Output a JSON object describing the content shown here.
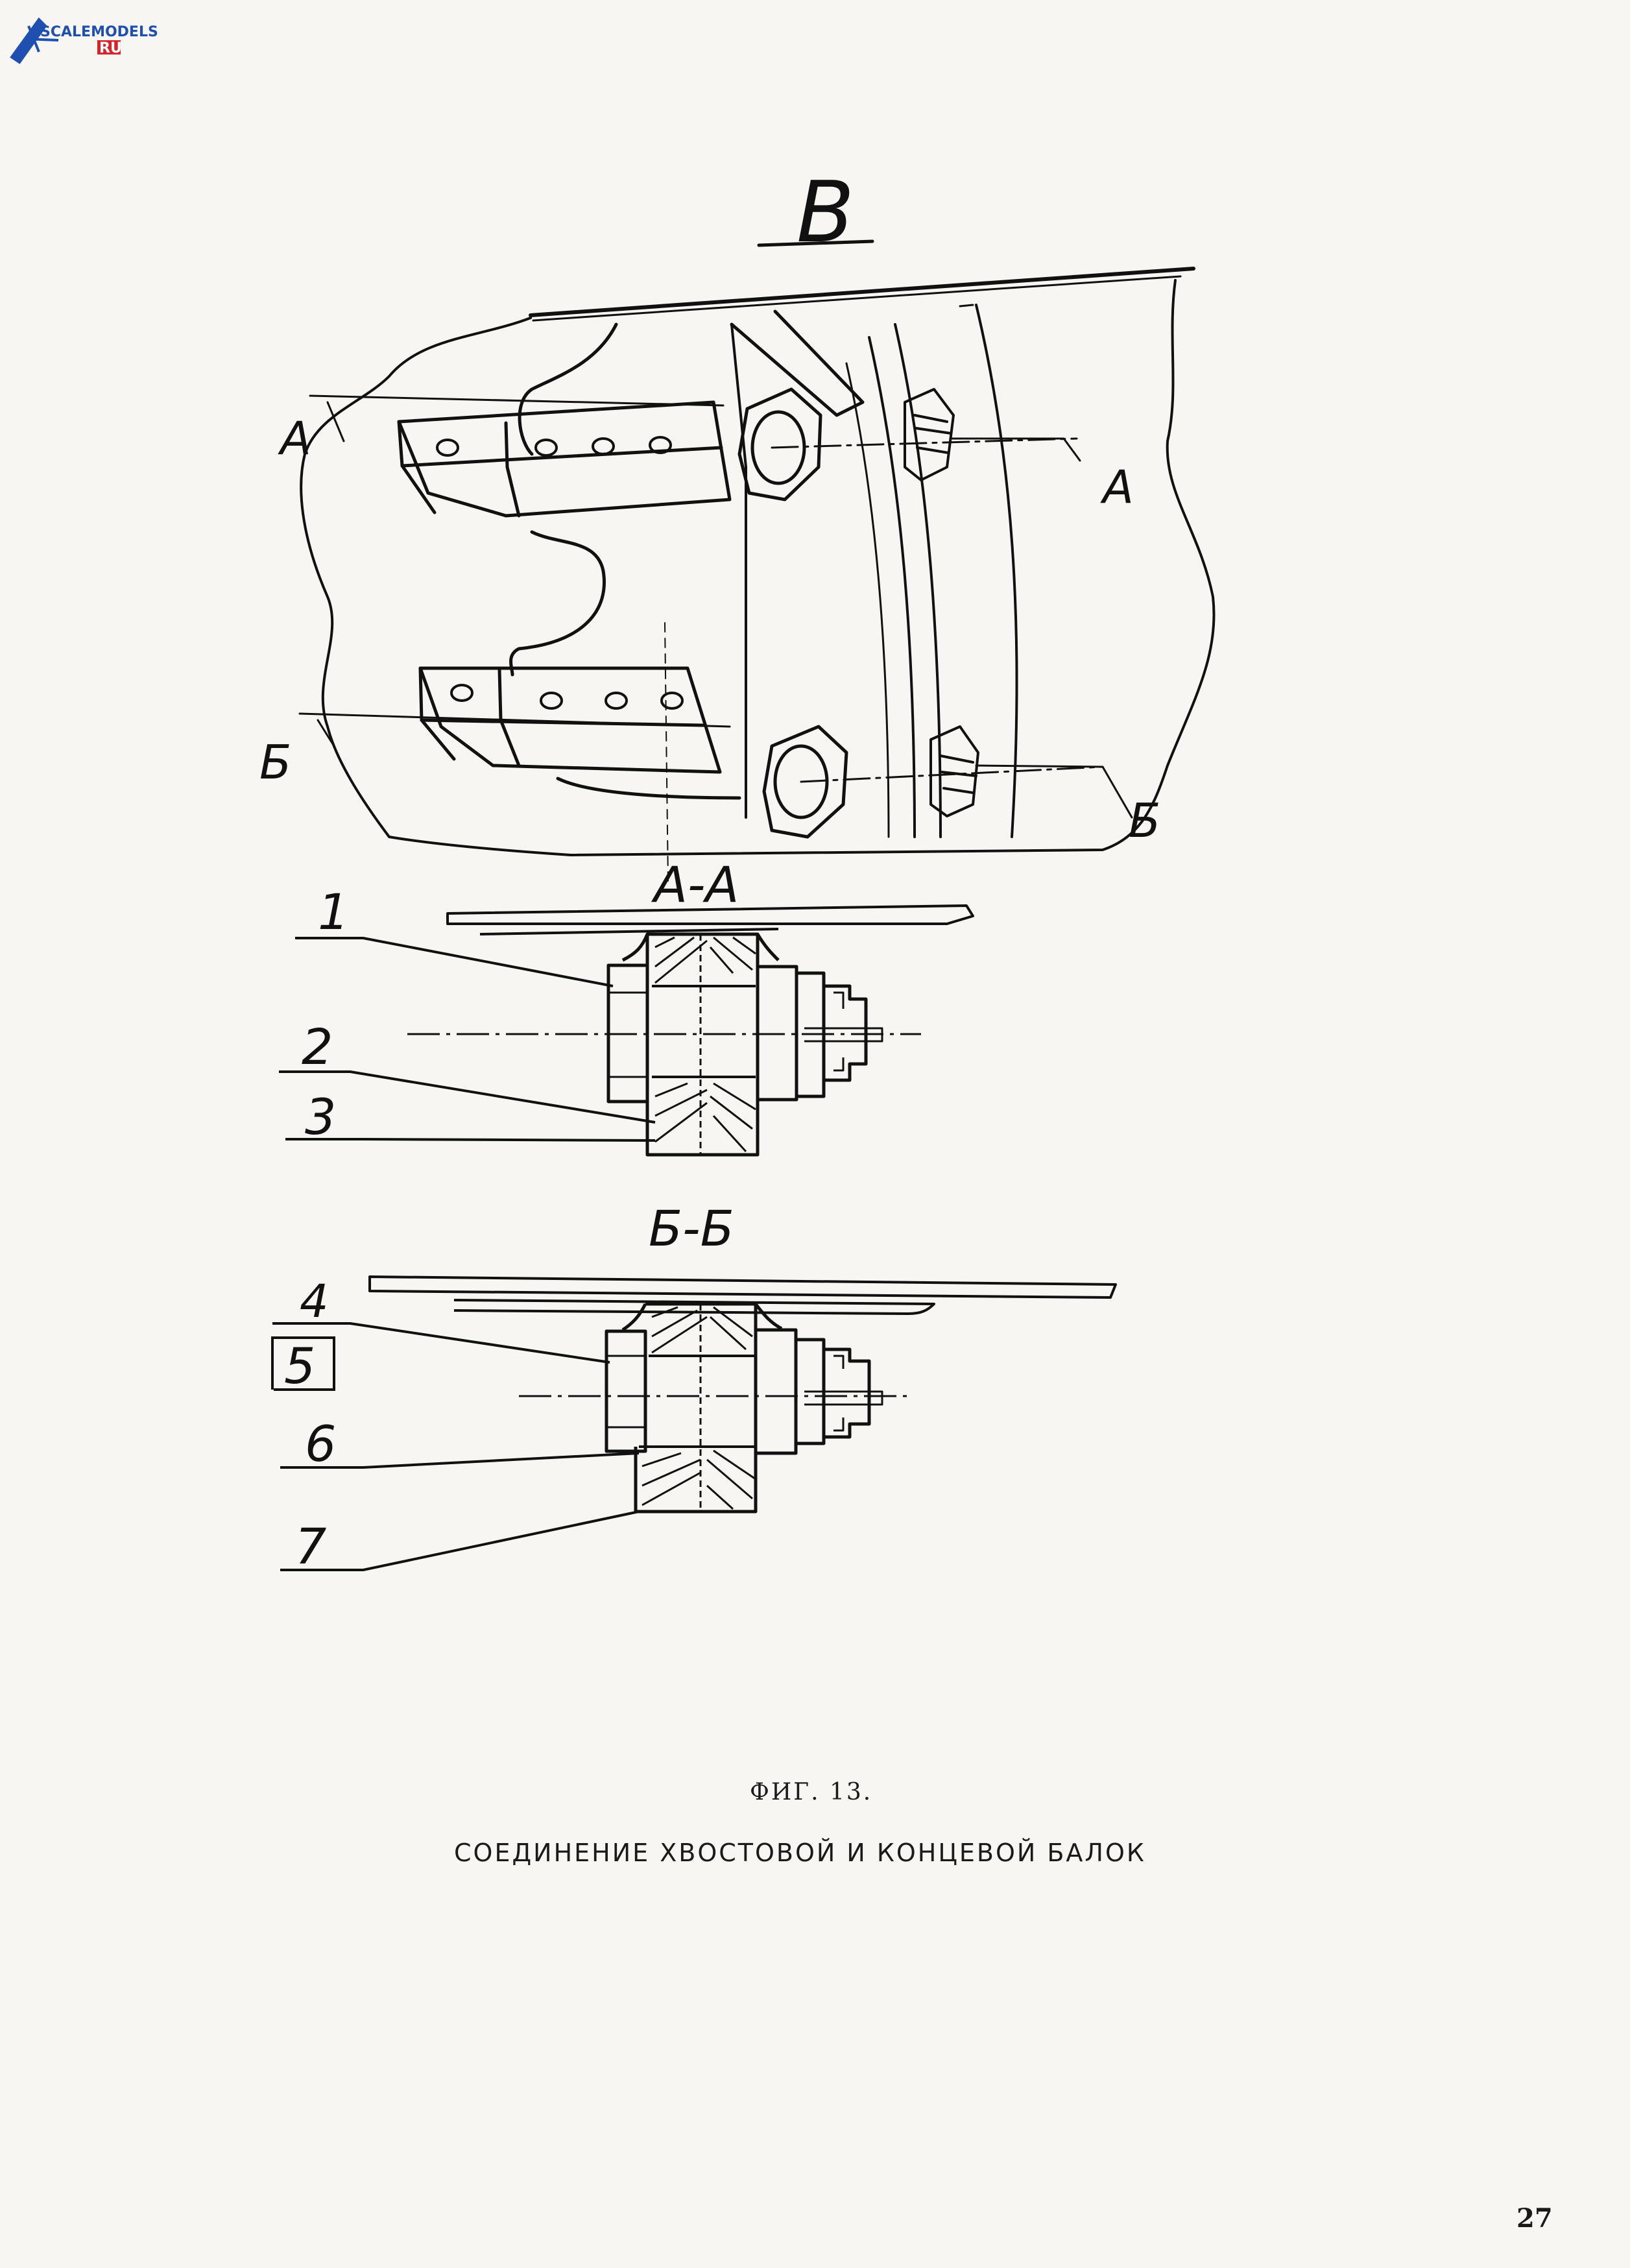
{
  "watermark": {
    "site_text": "SCALEMODELS",
    "site_suffix": "RU"
  },
  "view": {
    "view_letter": "В",
    "section_marker_a": "А",
    "section_marker_b": "Б"
  },
  "sections": {
    "aa_title": "А-А",
    "bb_title": "Б-Б"
  },
  "callouts": [
    "1",
    "2",
    "3",
    "4",
    "5",
    "6",
    "7"
  ],
  "caption": {
    "figure_number": "ФИГ. 13.",
    "figure_title": "СОЕДИНЕНИЕ ХВОСТОВОЙ И КОНЦЕВОЙ БАЛОК"
  },
  "page_number": "27",
  "colors": {
    "ink": "#111111",
    "paper": "#f7f6f2",
    "logo_blue": "#1f4fb0",
    "logo_red": "#d8232a"
  }
}
